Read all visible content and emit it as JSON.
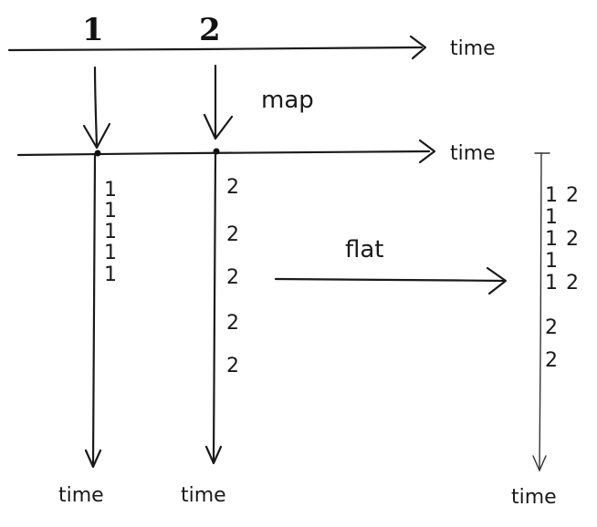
{
  "top_stream": {
    "values": [
      "1",
      "2"
    ],
    "axis_label": "time"
  },
  "map_label": "map",
  "mapped_stream": {
    "axis_label": "time",
    "branch_1": {
      "values": [
        "1",
        "1",
        "1",
        "1",
        "1"
      ],
      "axis_label": "time"
    },
    "branch_2": {
      "values": [
        "2",
        "2",
        "2",
        "2",
        "2"
      ],
      "axis_label": "time"
    }
  },
  "flat_label": "flat",
  "flat_result": {
    "rows": [
      [
        "1",
        "2"
      ],
      [
        "1"
      ],
      [
        "1",
        "2"
      ],
      [
        "1"
      ],
      [
        "1",
        "2"
      ],
      [
        "2"
      ],
      [
        "2"
      ]
    ],
    "axis_label": "time"
  }
}
